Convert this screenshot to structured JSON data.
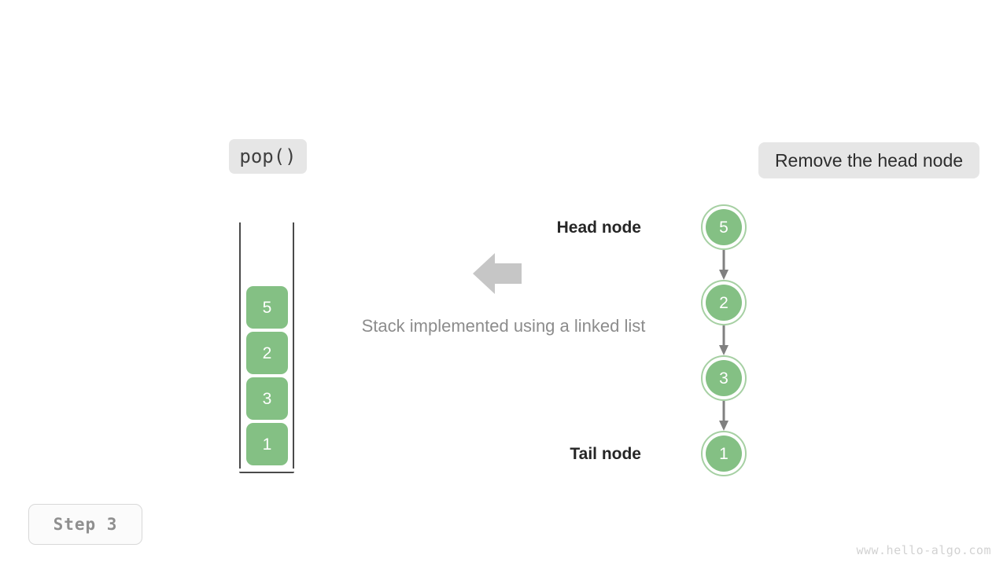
{
  "operation": {
    "label": "pop()"
  },
  "description": {
    "label": "Remove the head node"
  },
  "caption": {
    "text": "Stack implemented using a linked list"
  },
  "stack": {
    "cells": [
      {
        "value": "5"
      },
      {
        "value": "2"
      },
      {
        "value": "3"
      },
      {
        "value": "1"
      }
    ]
  },
  "linked_list": {
    "head_label": "Head node",
    "tail_label": "Tail node",
    "nodes": [
      {
        "value": "5"
      },
      {
        "value": "2"
      },
      {
        "value": "3"
      },
      {
        "value": "1"
      }
    ]
  },
  "step": {
    "label": "Step 3"
  },
  "watermark": {
    "text": "www.hello-algo.com"
  },
  "colors": {
    "node_fill": "#84c084",
    "node_ring": "#a6d0a3",
    "chip_bg": "#e6e6e6",
    "arrow_gray": "#c6c6c6",
    "connector_gray": "#808080",
    "caption_gray": "#8c8c8c",
    "container_stroke": "#4a4a4a"
  }
}
